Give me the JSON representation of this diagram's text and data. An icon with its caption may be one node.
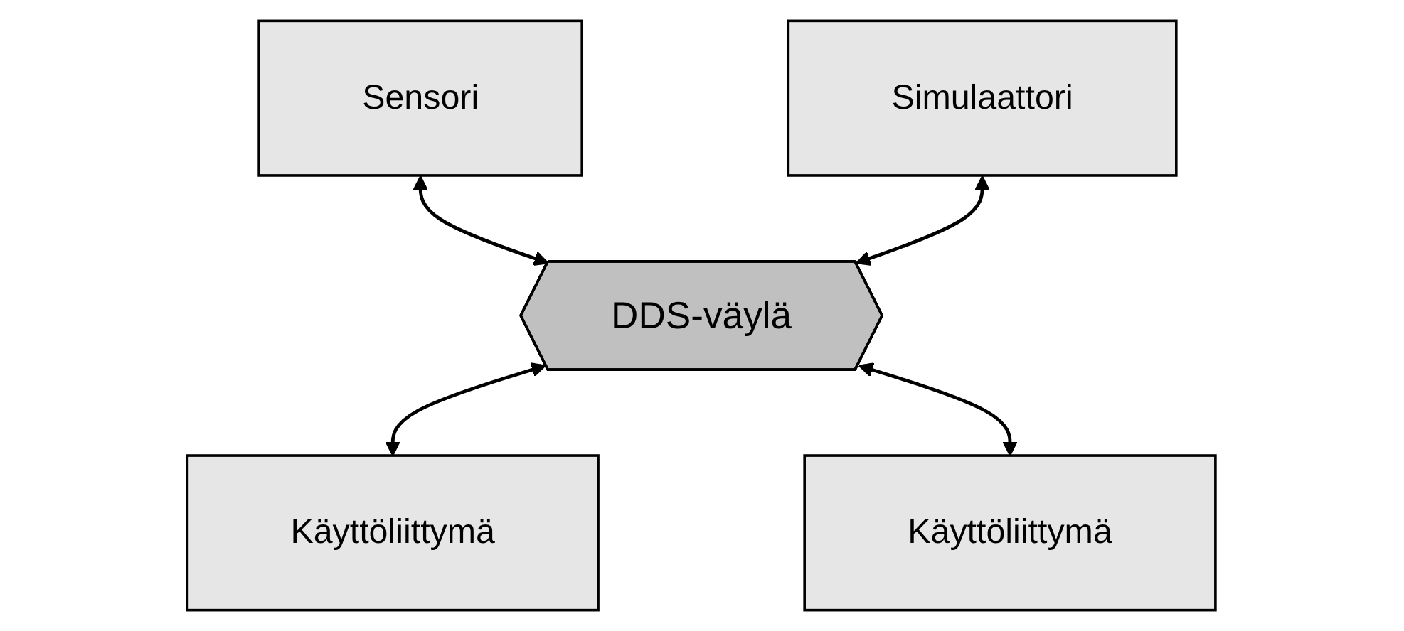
{
  "diagram": {
    "nodes": [
      {
        "text": [
          "Sensori"
        ]
      },
      {
        "text": [
          "Simulaattori"
        ]
      },
      {
        "text": [
          "DDS-väylä"
        ]
      },
      {
        "text": [
          "Käyttöliittymä"
        ]
      },
      {
        "text": [
          "Käyttöliittymä"
        ]
      }
    ],
    "edges": [
      {
        "from": 0,
        "to": 2,
        "arrow": "both"
      },
      {
        "from": 1,
        "to": 2,
        "arrow": "both"
      },
      {
        "from": 2,
        "to": 3,
        "arrow": "both"
      },
      {
        "from": 2,
        "to": 4,
        "arrow": "both"
      }
    ]
  }
}
